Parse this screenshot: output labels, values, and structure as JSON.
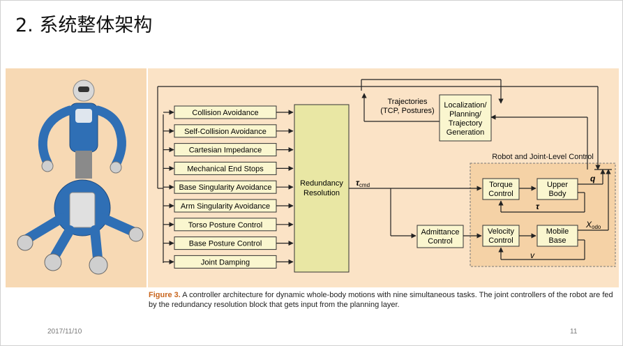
{
  "slide": {
    "title": "2. 系统整体架构",
    "date": "2017/11/10",
    "page_number": "11"
  },
  "diagram": {
    "tasks": [
      "Collision Avoidance",
      "Self-Collision Avoidance",
      "Cartesian Impedance",
      "Mechanical End Stops",
      "Base Singularity Avoidance",
      "Arm Singularity Avoidance",
      "Torso Posture Control",
      "Base Posture Control",
      "Joint Damping"
    ],
    "redundancy_line1": "Redundancy",
    "redundancy_line2": "Resolution",
    "tau_cmd_symbol": "τ",
    "tau_cmd_sub": "cmd",
    "trajectories_line1": "Trajectories",
    "trajectories_line2": "(TCP, Postures)",
    "localization_lines": [
      "Localization/",
      "Planning/",
      "Trajectory",
      "Generation"
    ],
    "robot_joint_title": "Robot and Joint-Level Control",
    "torque_line1": "Torque",
    "torque_line2": "Control",
    "upper_line1": "Upper",
    "upper_line2": "Body",
    "admittance_line1": "Admittance",
    "admittance_line2": "Control",
    "velocity_line1": "Velocity",
    "velocity_line2": "Control",
    "mobile_line1": "Mobile",
    "mobile_line2": "Base",
    "q_label": "q",
    "tau_label": "τ",
    "x_label": "X",
    "x_sub": "odo",
    "v_label": "v"
  },
  "caption": {
    "figure_label": "Figure 3.",
    "text": " A controller architecture for dynamic whole-body motions with nine simultaneous tasks. The joint controllers of the robot are fed by the redundancy resolution block that gets input from the planning layer."
  },
  "colors": {
    "task_box_fill": "#faf6cf",
    "redundancy_fill": "#e9e7a4",
    "block_fill": "#faf6cf",
    "robot_box_fill": "#f5d2a6",
    "robot_blue": "#2f6fb5",
    "caption_accent": "#c8641c"
  }
}
